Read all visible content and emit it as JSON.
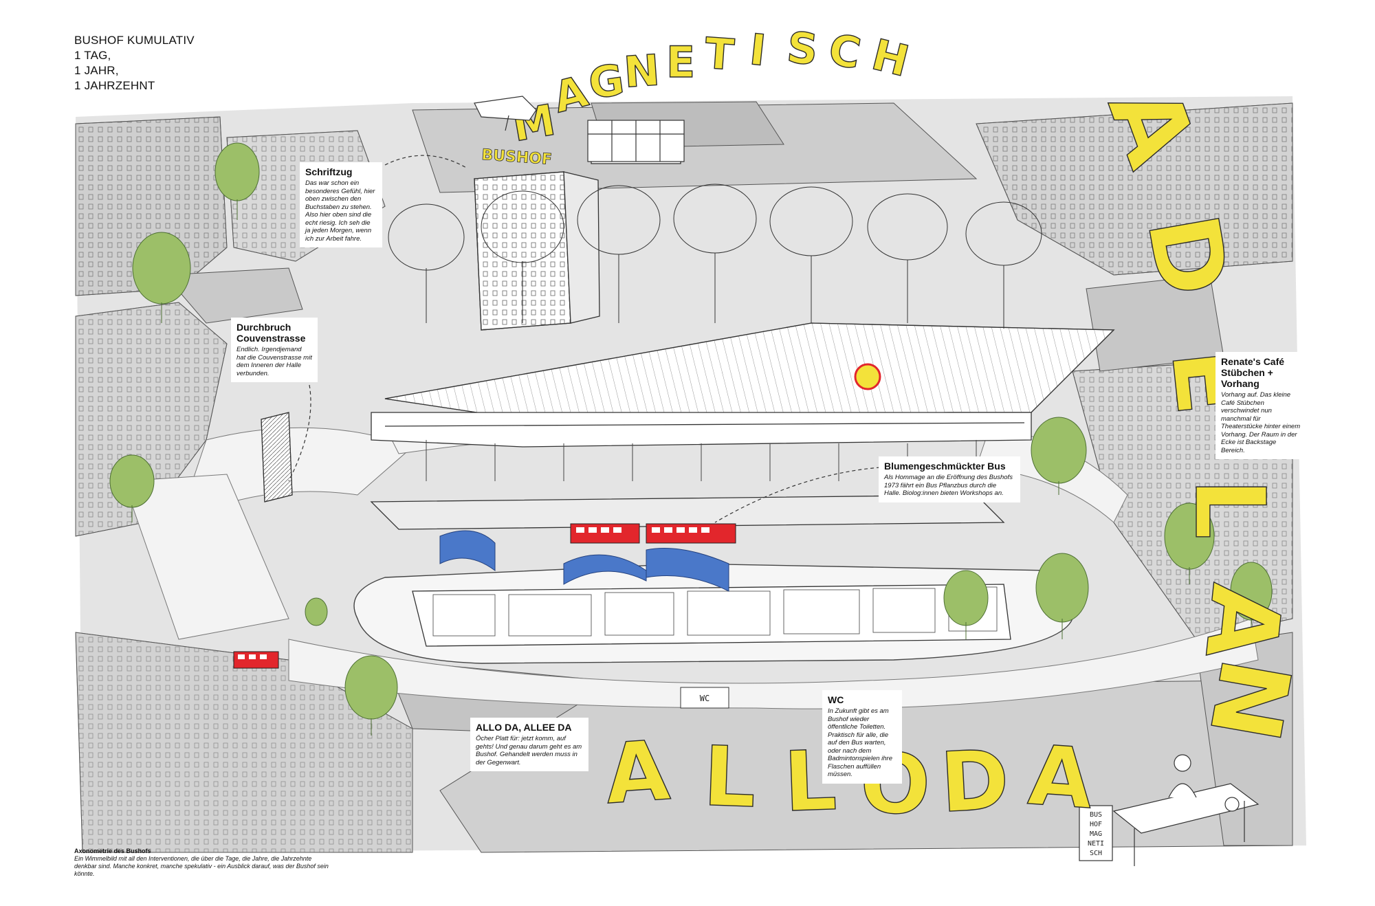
{
  "title": {
    "lines": [
      "BUSHOF KUMULATIV",
      "1 TAG,",
      "1 JAHR,",
      "1 JAHRZEHNT"
    ]
  },
  "annotations": [
    {
      "id": "schriftzug",
      "heading": [
        "Schriftzug"
      ],
      "text": "Das war schon ein besonderes Gefühl, hier oben zwischen den Buchstaben zu stehen. Also hier oben sind die echt riesig. Ich seh die ja jeden Morgen, wenn ich zur Arbeit fahre."
    },
    {
      "id": "durchbruch",
      "heading": [
        "Durchbruch",
        "Couvenstrasse"
      ],
      "text": "Endlich. Irgendjemand hat die Couvenstrasse mit dem Inneren der Halle verbunden."
    },
    {
      "id": "renates-cafe",
      "heading": [
        "Renate's Café",
        "Stübchen +",
        "Vorhang"
      ],
      "text": "Vorhang auf. Das kleine Café Stübchen verschwindet nun manchmal für Theaterstücke hinter einem Vorhang. Der Raum in der Ecke ist Backstage Bereich."
    },
    {
      "id": "blumenbus",
      "heading": [
        "Blumengeschmückter Bus"
      ],
      "text": "Als Hommage an die Eröffnung des Bushofs 1973 fährt ein Bus Pflanzbus durch die Halle. Biolog:innen bieten Workshops an."
    },
    {
      "id": "wc",
      "heading": [
        "WC"
      ],
      "text": "In Zukunft gibt es am Bushof wieder öffentliche Toiletten. Praktisch für alle, die auf den Bus warten, oder nach dem Badmintonspielen ihre Flaschen auffüllen müssen."
    },
    {
      "id": "allo-da",
      "heading": [
        "ALLO DA, ALLEE DA"
      ],
      "text": "Öcher Platt für: jetzt komm, auf gehts! Und genau darum geht es am Bushof. Gehandelt werden muss in der Gegenwart."
    }
  ],
  "caption": {
    "title": "Axonometrie des Bushofs",
    "text": "Ein Wimmelbild mit all den Interventionen, die über die Tage, die Jahre, die Jahrzehnte denkbar sind. Manche konkret, manche spekulativ - ein Ausblick darauf, was der Bushof sein könnte."
  },
  "lettering": {
    "top_arc": "MAGNETISCH",
    "right_column": "ADELAN",
    "bottom_row": "ALLODA",
    "roof_sign": "BUSHOF",
    "wc_sign": "WC",
    "stand_sign": [
      "BUS",
      "HOF",
      "MAG",
      "NETI",
      "SCH"
    ]
  },
  "colors": {
    "paper": "#ffffff",
    "ground_gray": "#d6d6d6",
    "light_gray": "#e9e9e9",
    "street": "#f1f1f1",
    "ink": "#2b2b2b",
    "highlight_yellow": "#f3e23a",
    "bus_red": "#e2262c",
    "tent_blue": "#4a78c9",
    "tree_green": "#9cbf68",
    "tree_green_dark": "#6c9a46"
  }
}
